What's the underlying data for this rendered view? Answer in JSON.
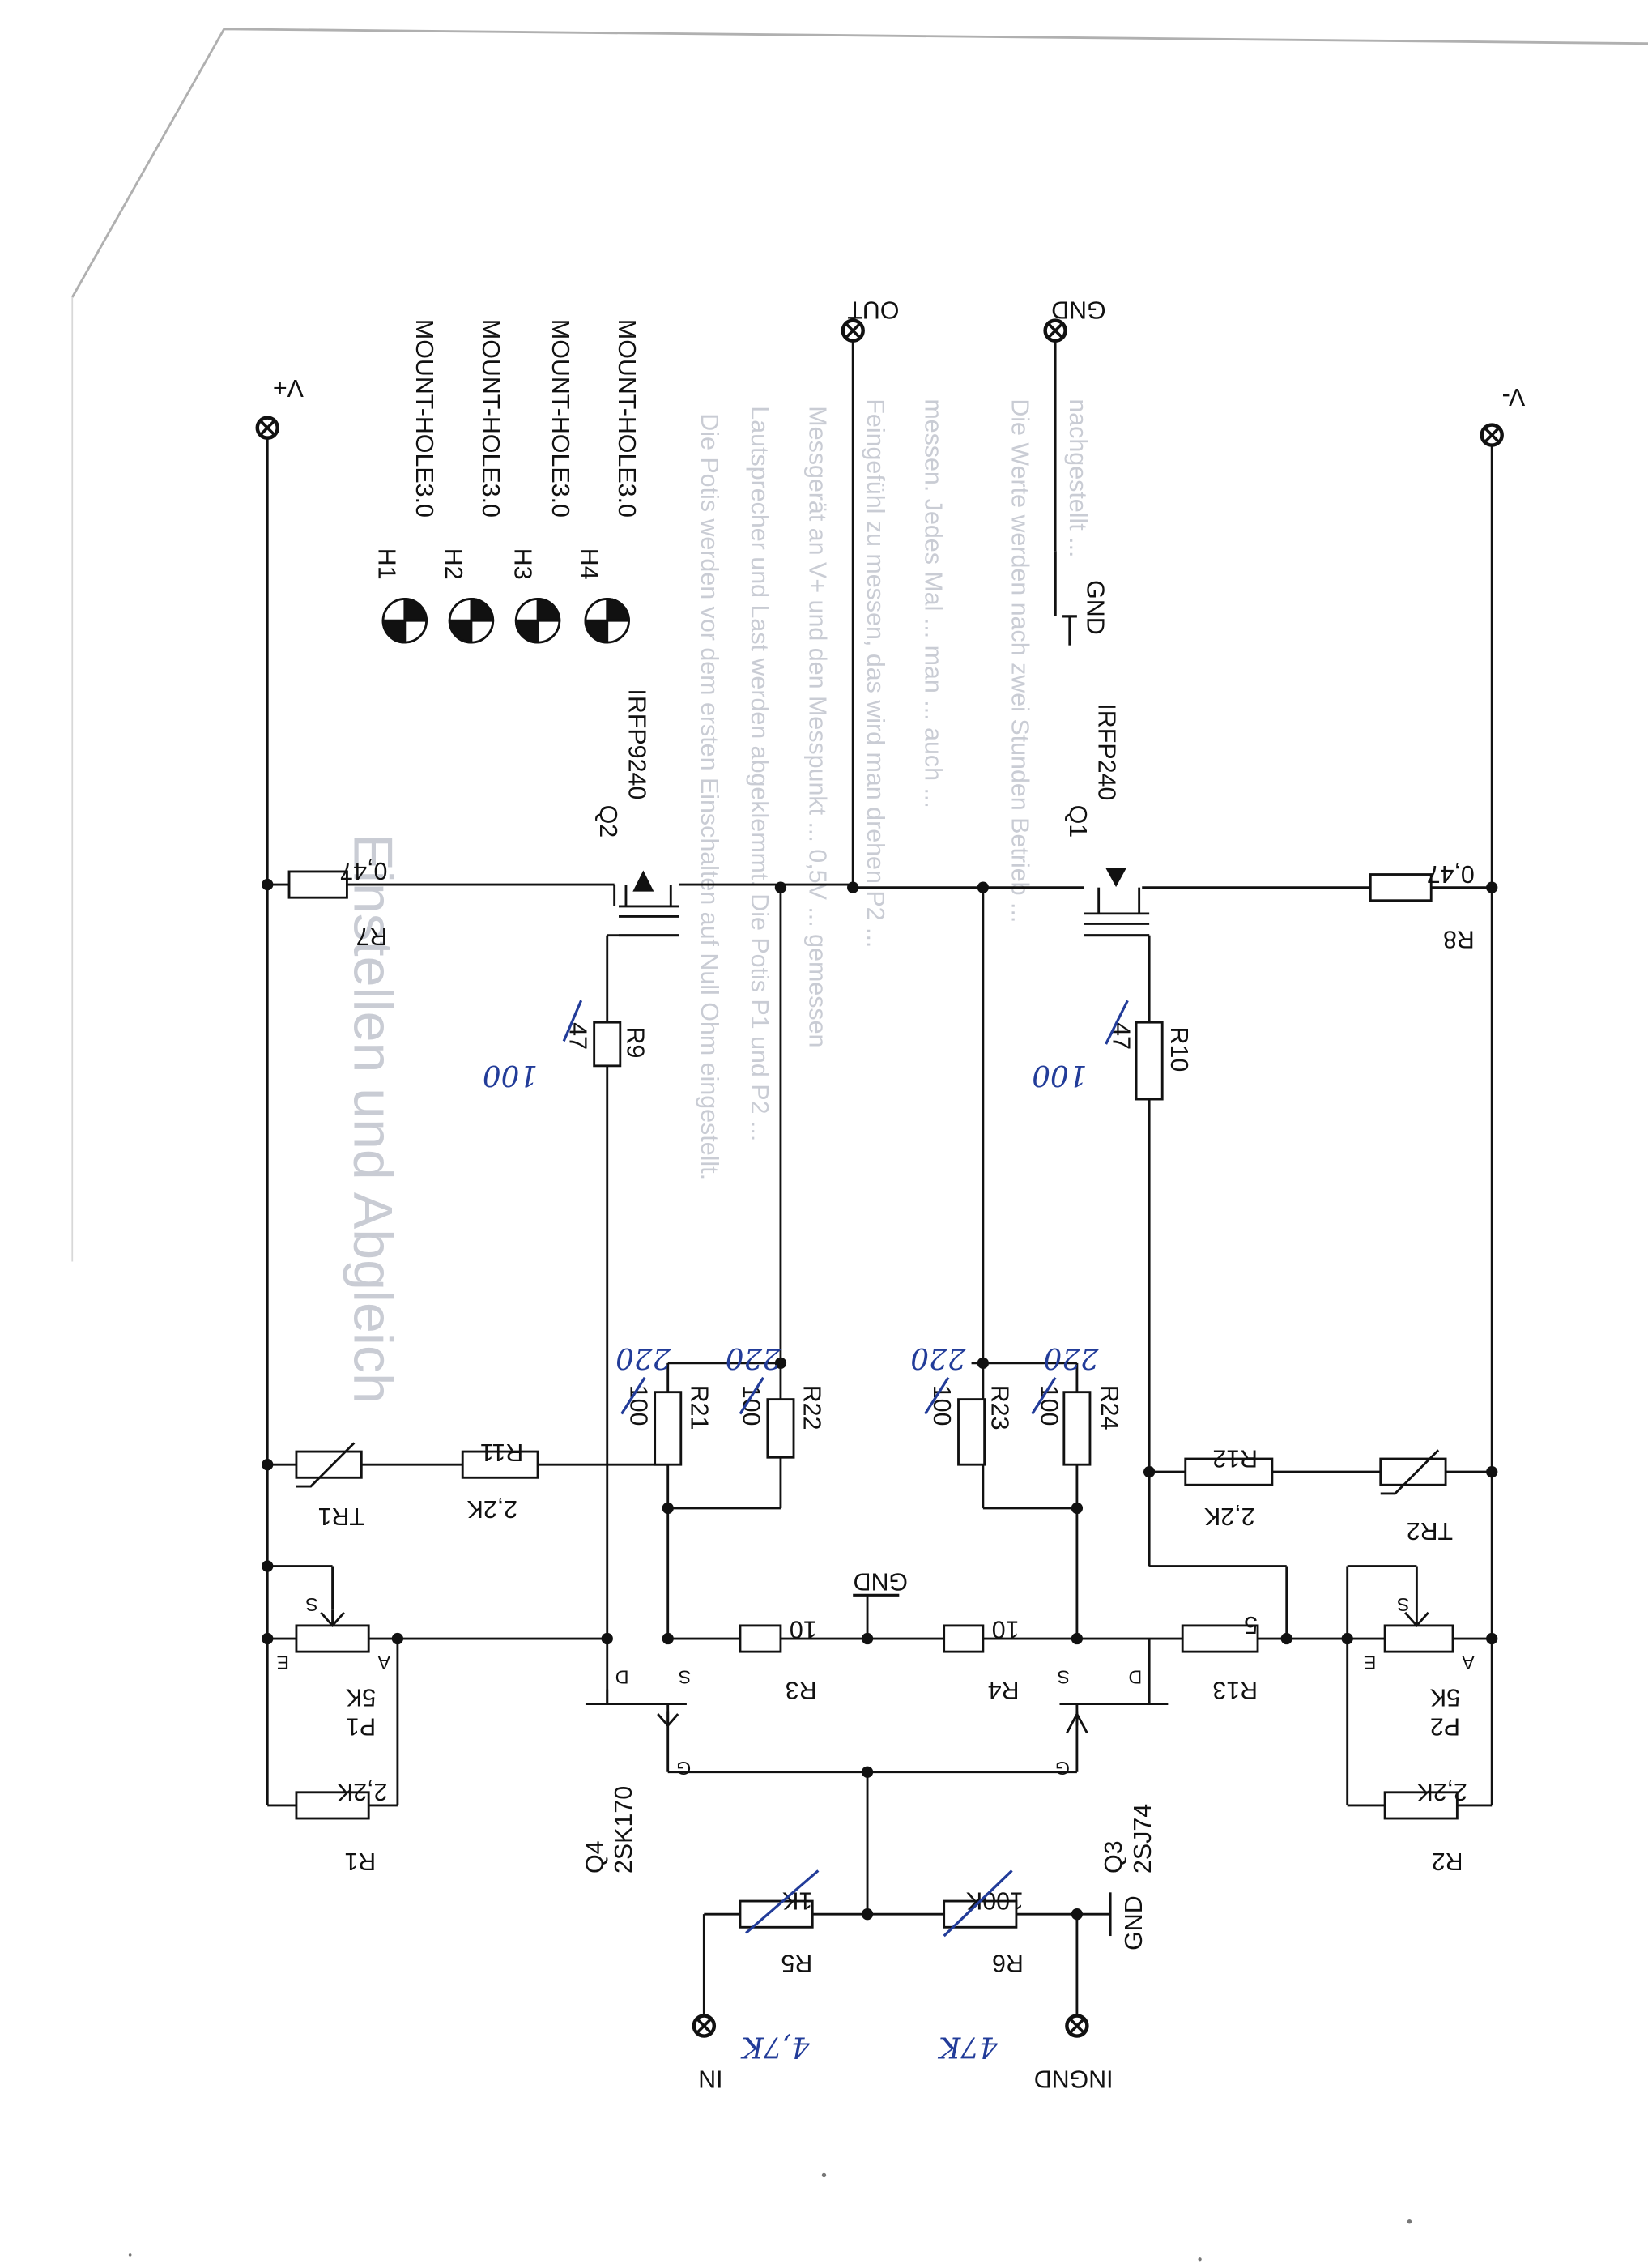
{
  "colors": {
    "ink": "#111111",
    "pen": "#223c99",
    "paper": "#ffffff",
    "bleed": "#c9ccd4"
  },
  "connectors": {
    "v_plus": "V+",
    "v_minus": "V-",
    "out": "OUT",
    "gnd": "GND",
    "in": "IN",
    "in_gnd": "INGND"
  },
  "ground_symbols": {
    "bias_gnd": "GND",
    "input_gnd": "GND",
    "right_gnd": "GND"
  },
  "mount_holes": [
    {
      "ref": "H1",
      "value": "MOUNT-HOLE3.0"
    },
    {
      "ref": "H2",
      "value": "MOUNT-HOLE3.0"
    },
    {
      "ref": "H3",
      "value": "MOUNT-HOLE3.0"
    },
    {
      "ref": "H4",
      "value": "MOUNT-HOLE3.0"
    }
  ],
  "transistors": {
    "q1": {
      "ref": "Q1",
      "value": "IRFP240"
    },
    "q2": {
      "ref": "Q2",
      "value": "IRFP9240"
    },
    "q3": {
      "ref": "Q3",
      "value": "2SJ74"
    },
    "q4": {
      "ref": "Q4",
      "value": "2SK170"
    }
  },
  "pins": {
    "d": "D",
    "s": "S",
    "g": "G",
    "a": "A",
    "e": "E"
  },
  "resistors": {
    "r1": {
      "ref": "R1",
      "value": "2,2K"
    },
    "r2": {
      "ref": "R2",
      "value": "2,2K"
    },
    "r3": {
      "ref": "R3",
      "value": "10"
    },
    "r4": {
      "ref": "R4",
      "value": "10"
    },
    "r5": {
      "ref": "R5",
      "value": "1K"
    },
    "r6": {
      "ref": "R6",
      "value": "100K"
    },
    "r7": {
      "ref": "R7",
      "value": "0,47"
    },
    "r8": {
      "ref": "R8",
      "value": "0,47"
    },
    "r9": {
      "ref": "R9",
      "value": "47"
    },
    "r10": {
      "ref": "R10",
      "value": "47"
    },
    "r11": {
      "ref": "R11",
      "value": "2,2K"
    },
    "r12": {
      "ref": "R12",
      "value": "2,2K"
    },
    "r13": {
      "ref": "R13",
      "value": "5"
    },
    "r21": {
      "ref": "R21",
      "value": "100"
    },
    "r22": {
      "ref": "R22",
      "value": "100"
    },
    "r23": {
      "ref": "R23",
      "value": "100"
    },
    "r24": {
      "ref": "R24",
      "value": "100"
    }
  },
  "pots": {
    "p1": {
      "ref": "P1",
      "value": "5K"
    },
    "p2": {
      "ref": "P2",
      "value": "5K"
    }
  },
  "thermistors": {
    "tr1": {
      "ref": "TR1"
    },
    "tr2": {
      "ref": "TR2"
    }
  },
  "handwritten": {
    "r9_new": "100",
    "r10_new": "100",
    "r21_new": "220",
    "r22_new": "220",
    "r23_new": "220",
    "r24_new": "220",
    "r5_new": "4,7K",
    "r6_new": "47K"
  },
  "reverse_side_text": {
    "heading": "Einstellen und Abgleich",
    "lines": [
      "Die Potis werden vor dem ersten Einschalten auf Null Ohm eingestellt.",
      "Lautsprecher und Last werden abgeklemmt. Die Potis P1 und P2 ...",
      "Messgerät an V+ und den Messpunkt ... 0,5V ... gemessen",
      "Feingefühl zu messen, das wird man drehen P2 ...",
      "messen. Jedes Mal ... man ... auch ...",
      "Die Werte werden nach zwei Stunden Betrieb ...",
      "nachgestellt ..."
    ]
  }
}
